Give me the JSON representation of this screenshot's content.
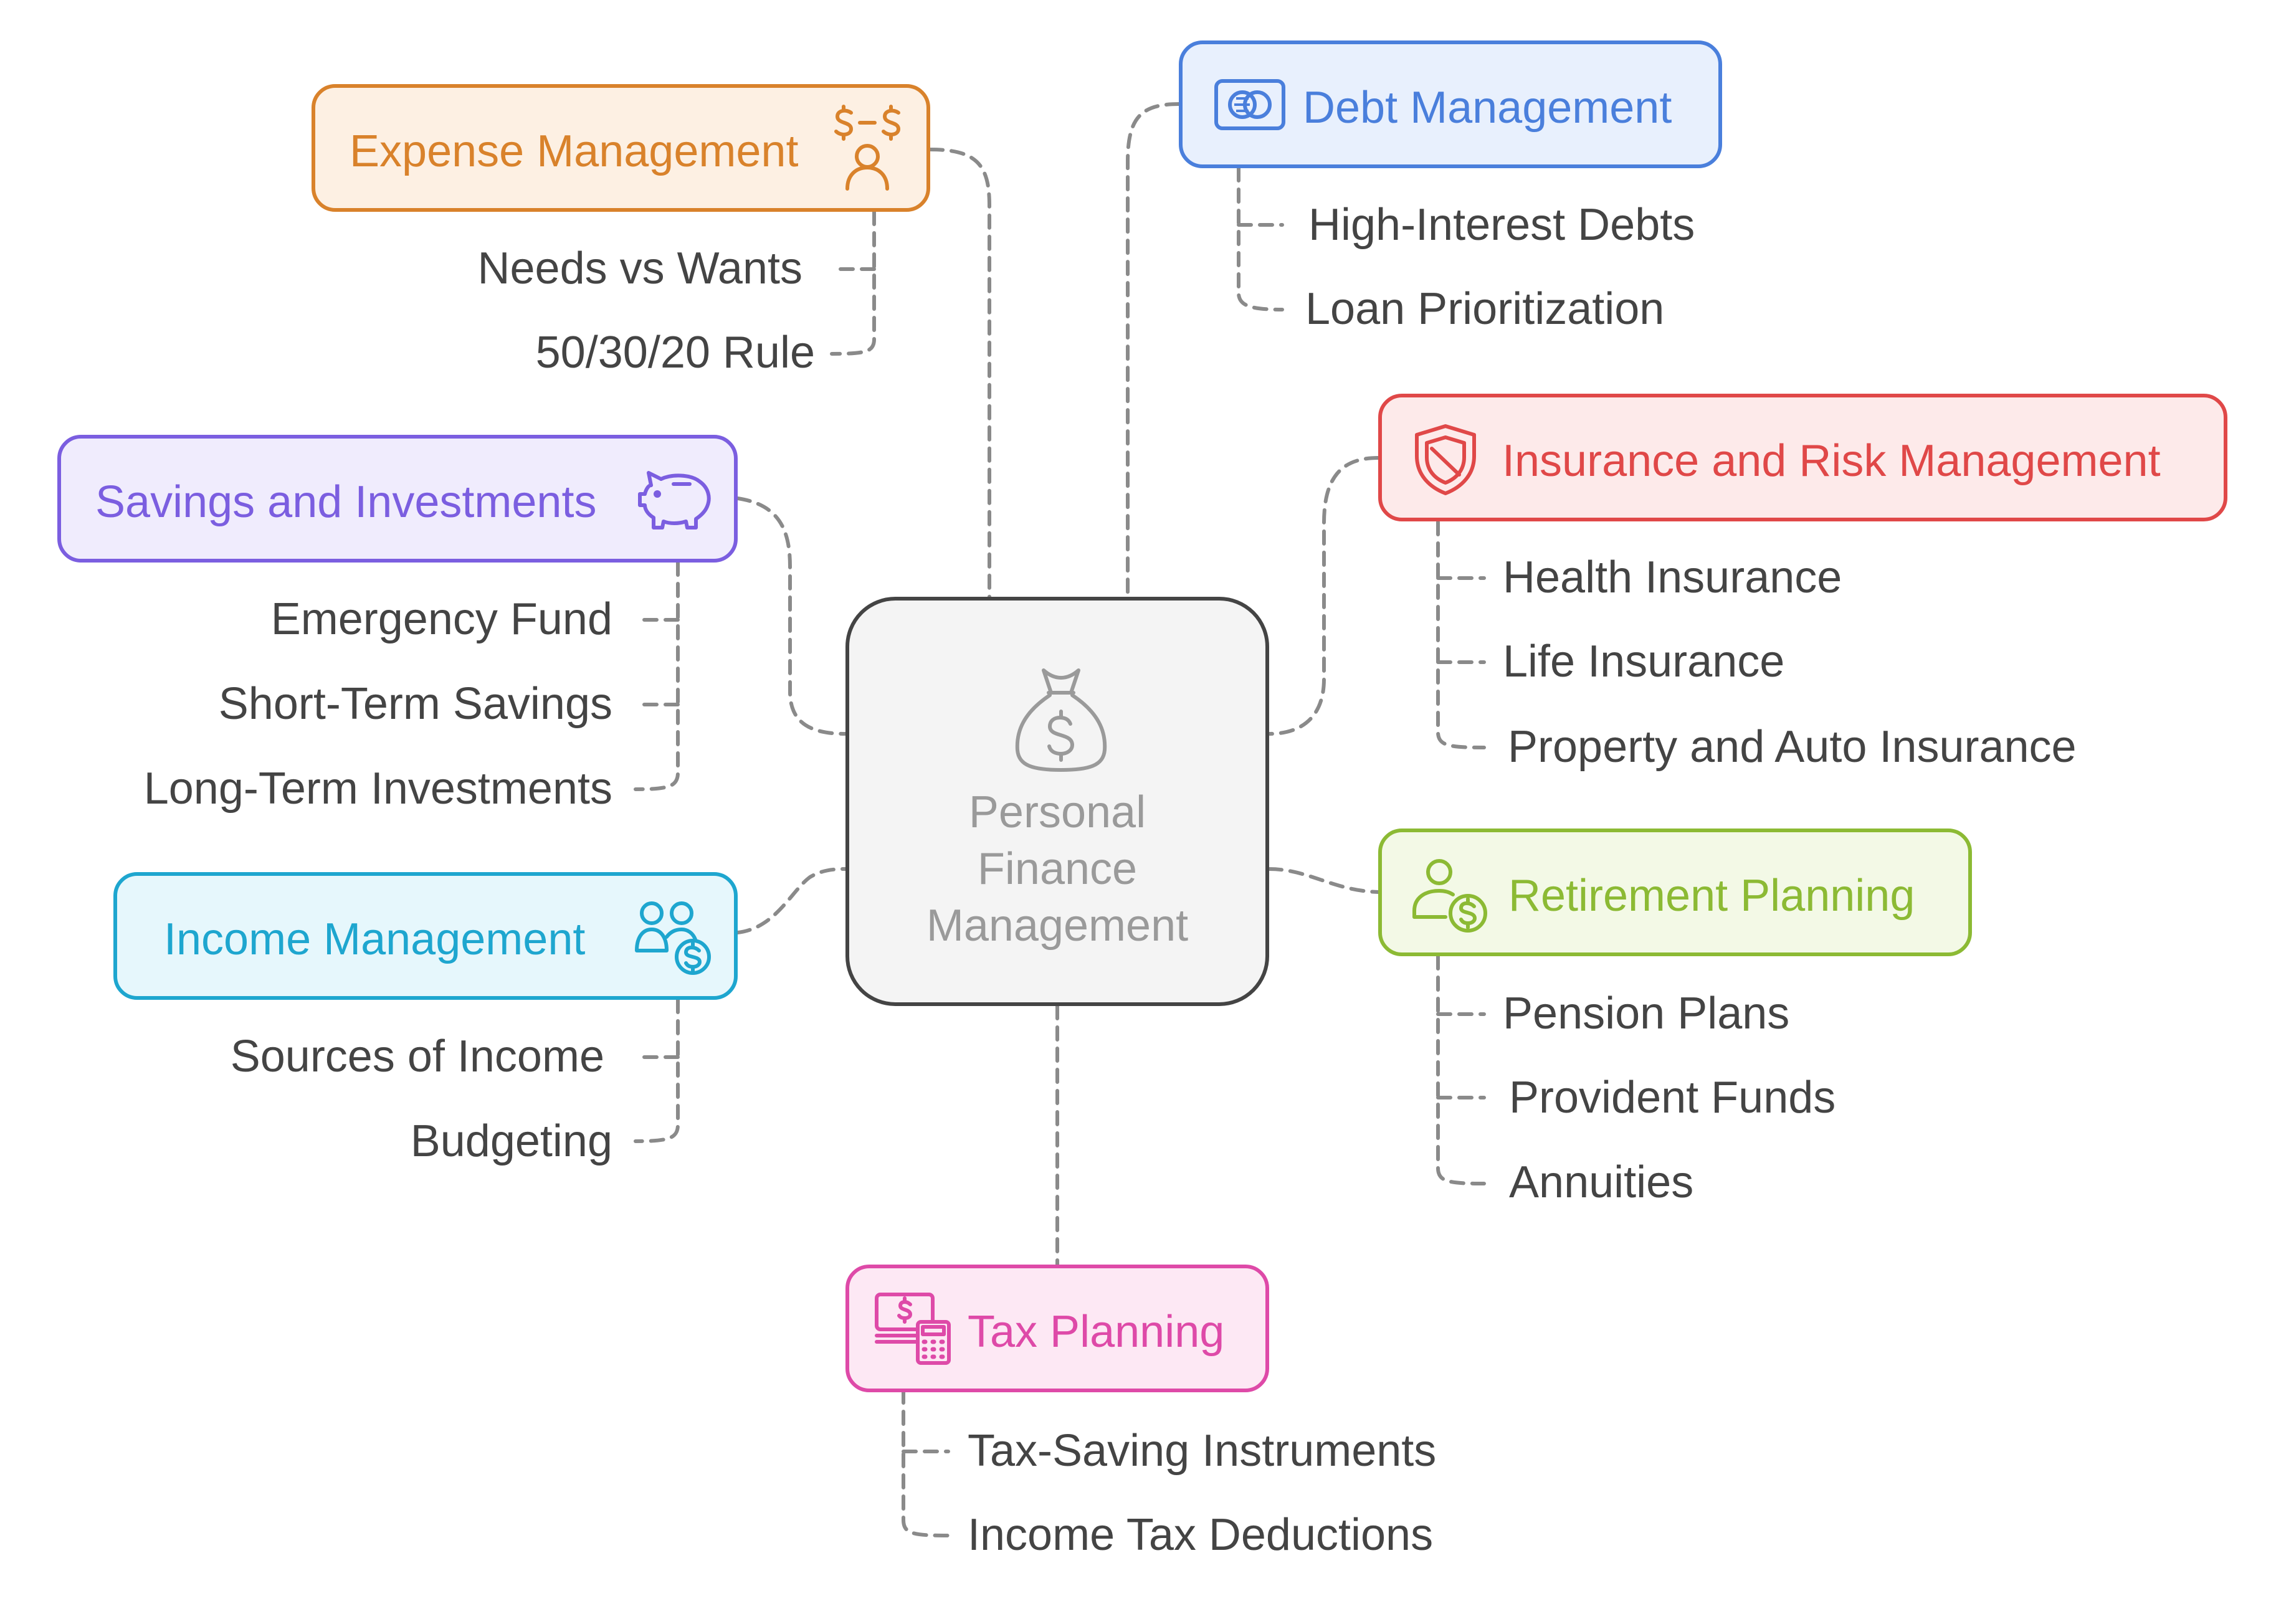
{
  "center": {
    "lines": [
      "Personal",
      "Finance",
      "Management"
    ],
    "icon": "money-bag-icon"
  },
  "branches": {
    "expense": {
      "title": "Expense Management",
      "icon": "currency-person-icon",
      "color": "#d9822b",
      "fill": "#fdf0e3",
      "items": [
        "Needs vs Wants",
        "50/30/20 Rule"
      ]
    },
    "debt": {
      "title": "Debt Management",
      "icon": "credit-card-icon",
      "color": "#4a7fdc",
      "fill": "#e8f0fd",
      "items": [
        "High-Interest Debts",
        "Loan Prioritization"
      ]
    },
    "savings": {
      "title": "Savings and Investments",
      "icon": "piggy-bank-icon",
      "color": "#7b5ee0",
      "fill": "#f0ecfd",
      "items": [
        "Emergency Fund",
        "Short-Term Savings",
        "Long-Term Investments"
      ]
    },
    "insurance": {
      "title": "Insurance and Risk Management",
      "icon": "shield-icon",
      "color": "#e04848",
      "fill": "#fdeaea",
      "items": [
        "Health Insurance",
        "Life Insurance",
        "Property and Auto Insurance"
      ]
    },
    "income": {
      "title": "Income Management",
      "icon": "people-dollar-icon",
      "color": "#1ea6cf",
      "fill": "#e6f7fc",
      "items": [
        "Sources of Income",
        "Budgeting"
      ]
    },
    "retirement": {
      "title": "Retirement Planning",
      "icon": "person-dollar-icon",
      "color": "#8cba34",
      "fill": "#f3f9e6",
      "items": [
        "Pension Plans",
        "Provident Funds",
        "Annuities"
      ]
    },
    "tax": {
      "title": "Tax Planning",
      "icon": "cash-calculator-icon",
      "color": "#de4aa8",
      "fill": "#fde8f4",
      "items": [
        "Tax-Saving Instruments",
        "Income Tax Deductions"
      ]
    }
  },
  "connector_color": "#8a8a8a"
}
